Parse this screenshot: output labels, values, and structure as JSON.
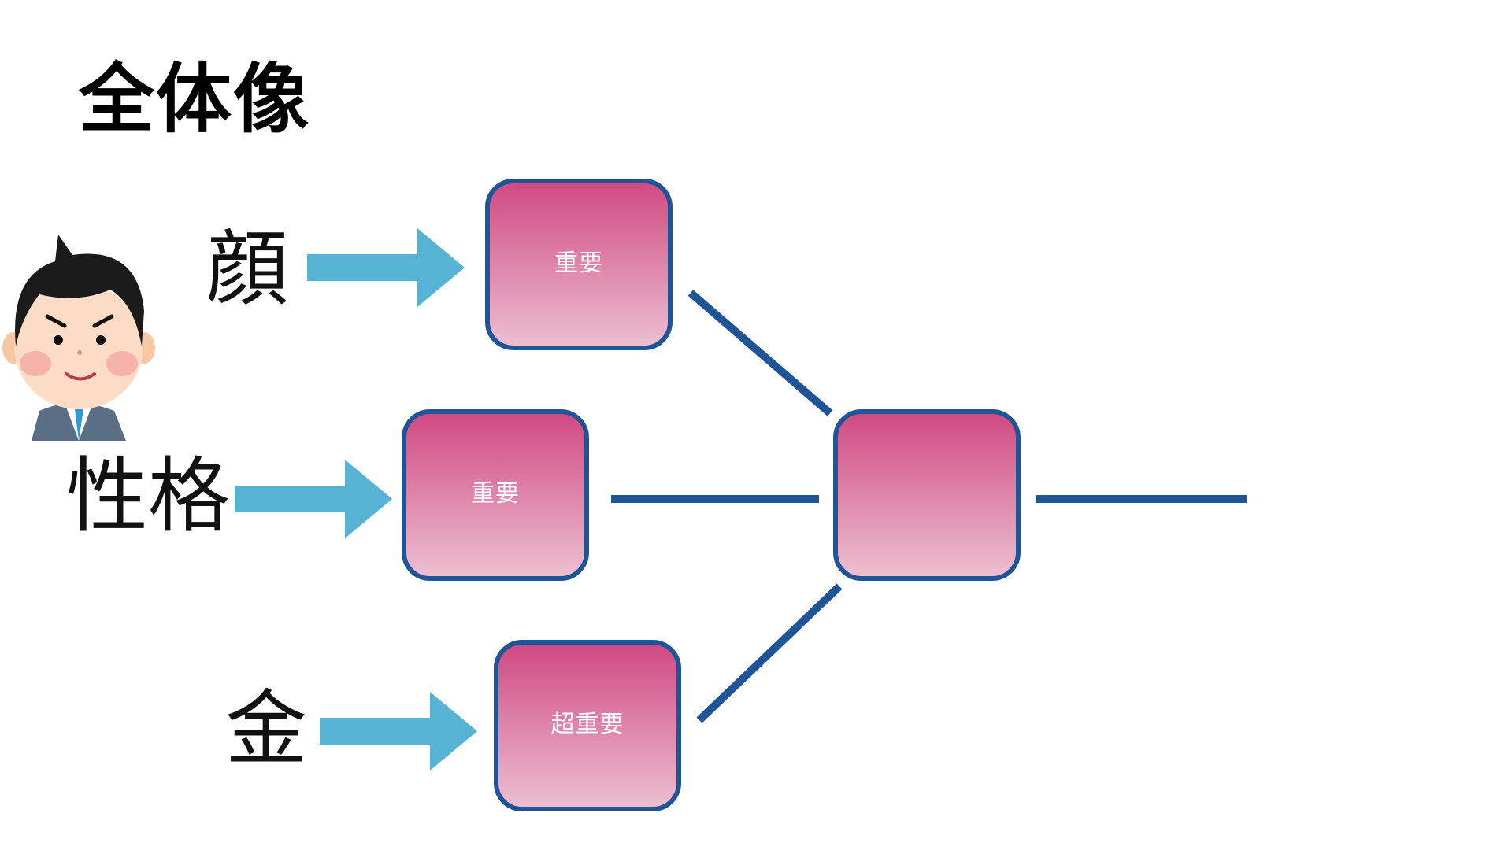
{
  "title": "全体像",
  "inputs": [
    {
      "label": "顔",
      "node_text": "重要"
    },
    {
      "label": "性格",
      "node_text": "重要"
    },
    {
      "label": "金",
      "node_text": "超重要"
    }
  ],
  "output_node": {
    "text": ""
  },
  "colors": {
    "arrow": "#56b3d3",
    "connector": "#1f5596",
    "node_border": "#1f5596",
    "node_top": "#d04a82",
    "node_bottom": "#ecbfd1",
    "title": "#000000"
  },
  "icons": {
    "person": "businessman-illustration-icon"
  }
}
